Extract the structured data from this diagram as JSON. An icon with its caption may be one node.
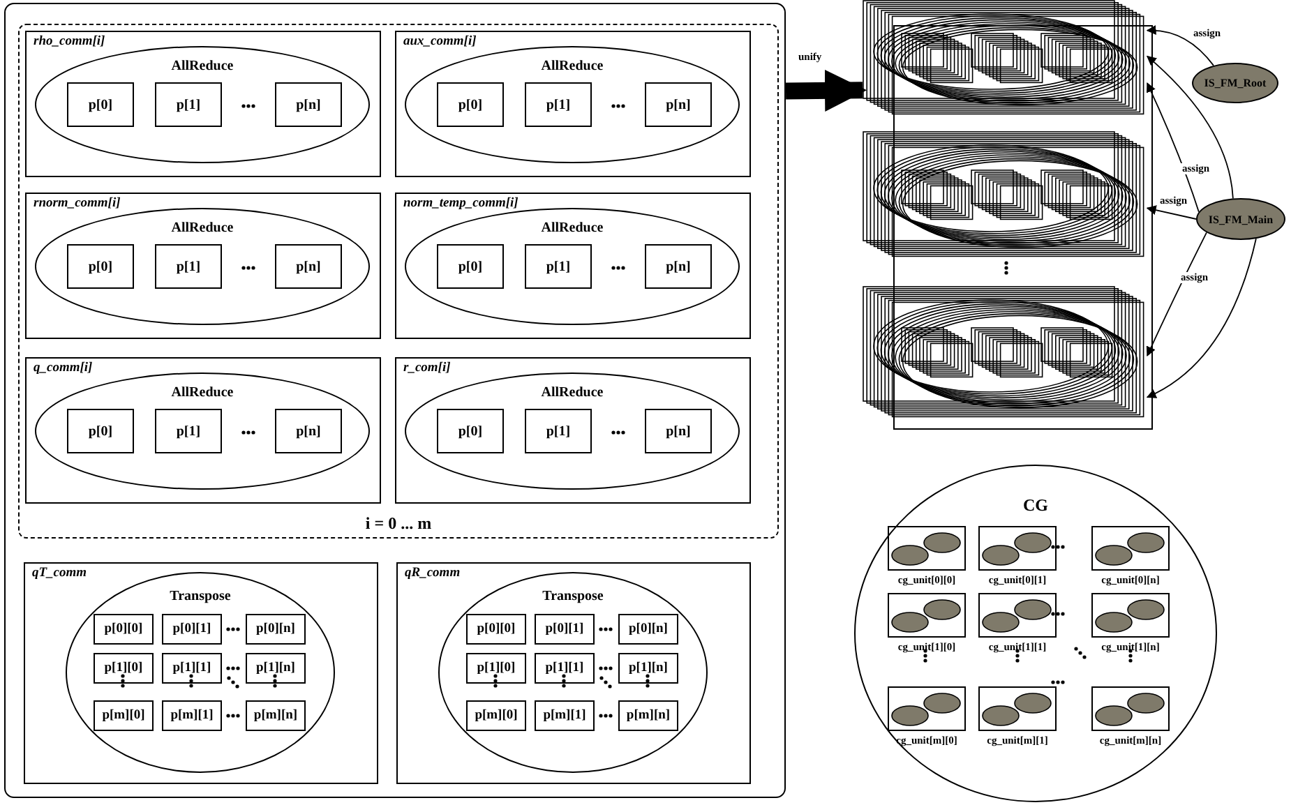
{
  "diagram": {
    "nodes": [
      {
        "text": [],
        "shape": "box"
      },
      {
        "text": [
          "i = 0 ... m"
        ],
        "in": 0
      },
      {
        "text": [
          "rho_comm[i]"
        ],
        "in": 1
      },
      {
        "text": [
          "AllReduce"
        ],
        "in": 2
      },
      {
        "text": [
          "p[0]"
        ],
        "in": 3
      },
      {
        "text": [
          "p[1]"
        ],
        "in": 3
      },
      {
        "text": [
          "p[n]"
        ],
        "in": 3
      },
      {
        "text": [
          "aux_comm[i]"
        ],
        "in": 1
      },
      {
        "text": [
          "AllReduce"
        ],
        "in": 7
      },
      {
        "text": [
          "p[0]"
        ],
        "in": 8
      },
      {
        "text": [
          "p[1]"
        ],
        "in": 8
      },
      {
        "text": [
          "p[n]"
        ],
        "in": 8
      },
      {
        "text": [
          "rnorm_comm[i]"
        ],
        "in": 1
      },
      {
        "text": [
          "AllReduce"
        ],
        "in": 12
      },
      {
        "text": [
          "p[0]"
        ],
        "in": 13
      },
      {
        "text": [
          "p[1]"
        ],
        "in": 13
      },
      {
        "text": [
          "p[n]"
        ],
        "in": 13
      },
      {
        "text": [
          "norm_temp_comm[i]"
        ],
        "in": 1
      },
      {
        "text": [
          "AllReduce"
        ],
        "in": 17
      },
      {
        "text": [
          "p[0]"
        ],
        "in": 18
      },
      {
        "text": [
          "p[1]"
        ],
        "in": 18
      },
      {
        "text": [
          "p[n]"
        ],
        "in": 18
      },
      {
        "text": [
          "q_comm[i]"
        ],
        "in": 1
      },
      {
        "text": [
          "AllReduce"
        ],
        "in": 22
      },
      {
        "text": [
          "p[0]"
        ],
        "in": 23
      },
      {
        "text": [
          "p[1]"
        ],
        "in": 23
      },
      {
        "text": [
          "p[n]"
        ],
        "in": 23
      },
      {
        "text": [
          "r_com[i]"
        ],
        "in": 1
      },
      {
        "text": [
          "AllReduce"
        ],
        "in": 27
      },
      {
        "text": [
          "p[0]"
        ],
        "in": 28
      },
      {
        "text": [
          "p[1]"
        ],
        "in": 28
      },
      {
        "text": [
          "p[n]"
        ],
        "in": 28
      },
      {
        "text": [
          "qT_comm"
        ],
        "in": 0
      },
      {
        "text": [
          "Transpose"
        ],
        "in": 32
      },
      {
        "text": [
          "p[0][0]"
        ],
        "in": 33
      },
      {
        "text": [
          "p[0][1]"
        ],
        "in": 33
      },
      {
        "text": [
          "p[0][n]"
        ],
        "in": 33
      },
      {
        "text": [
          "p[1][0]"
        ],
        "in": 33
      },
      {
        "text": [
          "p[1][1]"
        ],
        "in": 33
      },
      {
        "text": [
          "p[1][n]"
        ],
        "in": 33
      },
      {
        "text": [
          "p[m][0]"
        ],
        "in": 33
      },
      {
        "text": [
          "p[m][1]"
        ],
        "in": 33
      },
      {
        "text": [
          "p[m][n]"
        ],
        "in": 33
      },
      {
        "text": [
          "qR_comm"
        ],
        "in": 0
      },
      {
        "text": [
          "Transpose"
        ],
        "in": 43
      },
      {
        "text": [
          "p[0][0]"
        ],
        "in": 44
      },
      {
        "text": [
          "p[0][1]"
        ],
        "in": 44
      },
      {
        "text": [
          "p[0][n]"
        ],
        "in": 44
      },
      {
        "text": [
          "p[1][0]"
        ],
        "in": 44
      },
      {
        "text": [
          "p[1][1]"
        ],
        "in": 44
      },
      {
        "text": [
          "p[1][n]"
        ],
        "in": 44
      },
      {
        "text": [
          "p[m][0]"
        ],
        "in": 44
      },
      {
        "text": [
          "p[m][1]"
        ],
        "in": 44
      },
      {
        "text": [
          "p[m][n]"
        ],
        "in": 44
      },
      {
        "text": [],
        "shape": "box"
      },
      {
        "text": [],
        "shape": "picture"
      },
      {
        "text": [],
        "shape": "picture"
      },
      {
        "text": [],
        "shape": "picture"
      },
      {
        "text": [
          "IS_FM_Root"
        ]
      },
      {
        "text": [
          "IS_FM_Main"
        ]
      },
      {
        "text": [
          "CG"
        ]
      },
      {
        "text": [
          "cg_unit[0][0]"
        ],
        "in": 60
      },
      {
        "text": [
          "cg_unit[0][1]"
        ],
        "in": 60
      },
      {
        "text": [
          "cg_unit[0][n]"
        ],
        "in": 60
      },
      {
        "text": [
          "cg_unit[1][0]"
        ],
        "in": 60
      },
      {
        "text": [
          "cg_unit[1][1]"
        ],
        "in": 60
      },
      {
        "text": [
          "cg_unit[1][n]"
        ],
        "in": 60
      },
      {
        "text": [
          "cg_unit[m][0]"
        ],
        "in": 60
      },
      {
        "text": [
          "cg_unit[m][1]"
        ],
        "in": 60
      },
      {
        "text": [
          "cg_unit[m][n]"
        ],
        "in": 60
      }
    ],
    "edges": [
      {
        "from": 0,
        "to": 55,
        "arrow": "to",
        "label": "unify",
        "style": "thick"
      },
      {
        "from": 58,
        "to": 55,
        "arrow": "to",
        "label": "assign"
      },
      {
        "from": 59,
        "to": 55,
        "arrow": "to",
        "label": "assign"
      },
      {
        "from": 59,
        "to": 56,
        "arrow": "to",
        "label": "assign"
      },
      {
        "from": 59,
        "to": 57,
        "arrow": "to",
        "label": "assign"
      },
      {
        "from": 59,
        "to": 55,
        "arrow": "to"
      },
      {
        "from": 59,
        "to": 57,
        "arrow": "to"
      }
    ]
  }
}
